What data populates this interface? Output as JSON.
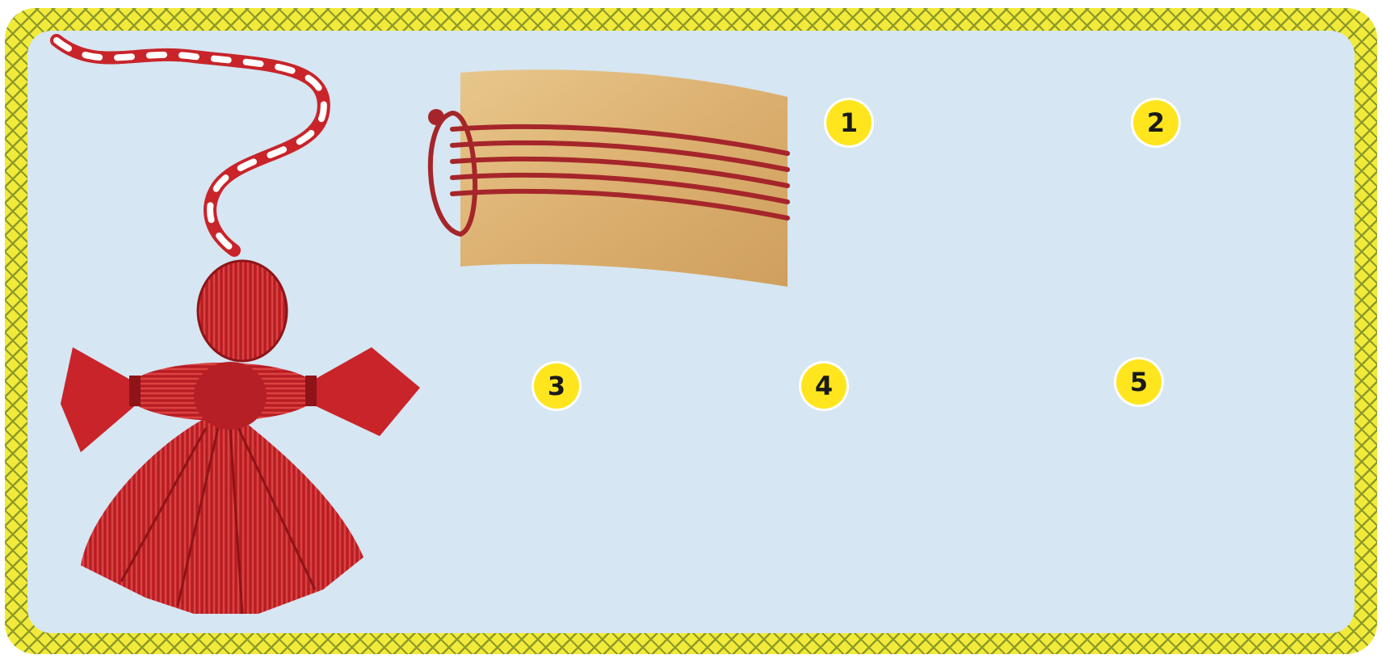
{
  "steps": {
    "s1": "1",
    "s2": "2",
    "s3": "3",
    "s4": "4",
    "s5": "5"
  },
  "colors": {
    "yarn": "#c8242a",
    "yarn_dark": "#8e1418",
    "yarn_light": "#e0514c",
    "binding": "#b9b9b9",
    "cardboard": "#ddb67a",
    "border_yellow": "#f2ea3a",
    "panel": "#d6e6f2",
    "badge": "#ffe51e"
  }
}
